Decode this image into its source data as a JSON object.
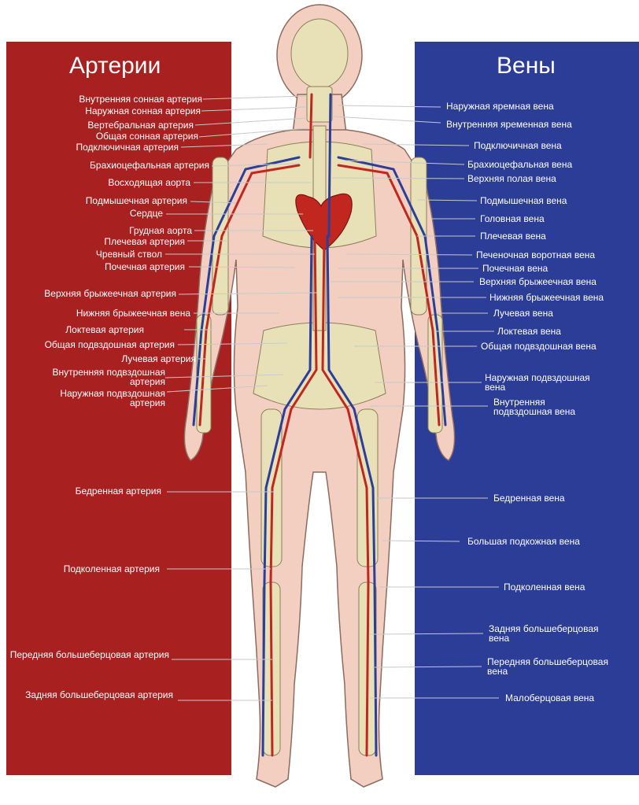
{
  "left_panel": {
    "title": "Артерии",
    "labels": [
      "Внутренняя сонная артерия",
      "Наружная сонная артерия",
      "Вертебральная артерия",
      "Общая сонная артерия",
      "Подключичная артерия",
      "Брахиоцефальная артерия",
      "Восходящая аорта",
      "Подмышечная артерия",
      "Сердце",
      "Грудная аорта",
      "Плечевая артерия",
      "Чревный ствол",
      "Почечная артерия",
      "Верхняя брыжеечная артерия",
      "Нижняя брыжеечная вена",
      "Локтевая артерия",
      "Общая подвздошная артерия",
      "Лучевая артерия",
      "Внутренняя подвздошная артерия",
      "Наружная подвздошная артерия",
      "Бедренная артерия",
      "Подколенная артерия",
      "Передняя большеберцовая артерия",
      "Задняя большеберцовая артерия"
    ]
  },
  "right_panel": {
    "title": "Вены",
    "labels": [
      "Наружная яремная вена",
      "Внутренняя яременная вена",
      "Подключичная вена",
      "Брахиоцефальная вена",
      "Верхняя полая вена",
      "Подмышечная вена",
      "Головная вена",
      "Плечевая вена",
      "Печеночная воротная вена",
      "Почечная вена",
      "Верхняя брыжеечная вена",
      "Нижняя брыжеечная вена",
      "Лучевая вена",
      "Локтевая вена",
      "Общая подвздошная вена",
      "Наружная подвздошная вена",
      "Внутренняя подвздошная вена",
      "Бедренная вена",
      "Большая подкожная вена",
      "Подколенная вена",
      "Задняя большеберцовая вена",
      "Передняя большеберцовая вена",
      "Малоберцовая вена"
    ]
  },
  "colors": {
    "artery_panel": "#a8201f",
    "vein_panel": "#2b3d96",
    "artery": "#c2271f",
    "vein": "#2b3f9a",
    "skin": "#f2cfc0",
    "bone": "#e8e1b8",
    "leader_line": "#c9c9c9"
  }
}
